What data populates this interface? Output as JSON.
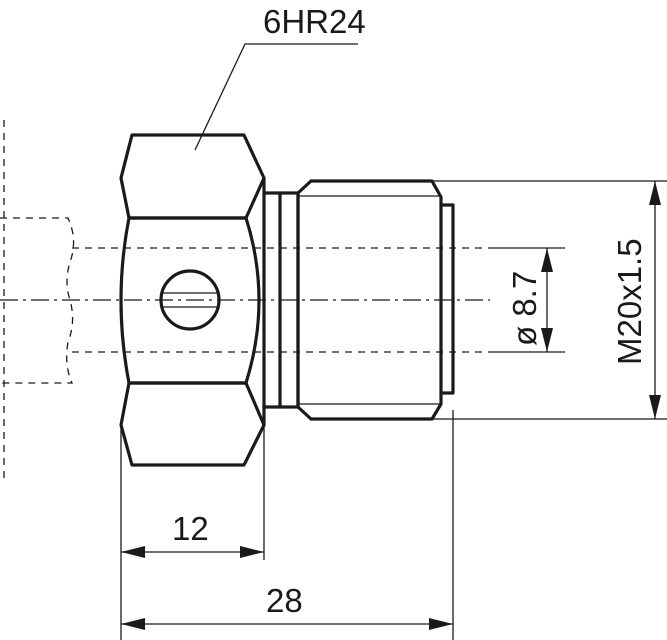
{
  "labels": {
    "hex_size": "6HR24",
    "bore_diameter": "ø 8.7",
    "thread": "M20x1.5",
    "hex_length": "12",
    "overall_length": "28"
  }
}
